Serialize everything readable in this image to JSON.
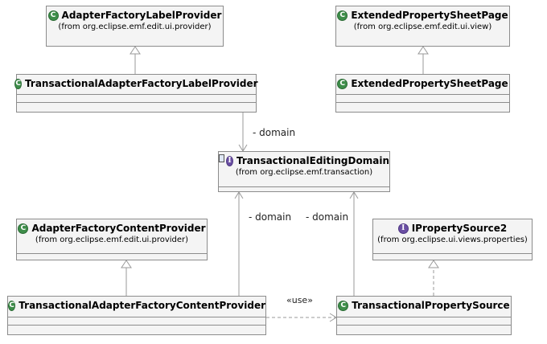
{
  "classes": {
    "afl": {
      "name": "AdapterFactoryLabelProvider",
      "pkg": "(from org.eclipse.emf.edit.ui.provider)",
      "kind": "class"
    },
    "epsp": {
      "name": "ExtendedPropertySheetPage",
      "pkg": "(from org.eclipse.emf.edit.ui.view)",
      "kind": "class"
    },
    "tafl": {
      "name": "TransactionalAdapterFactoryLabelProvider",
      "kind": "class"
    },
    "tepsp": {
      "name": "ExtendedPropertySheetPage",
      "kind": "class"
    },
    "ted": {
      "name": "TransactionalEditingDomain",
      "pkg": "(from org.eclipse.emf.transaction)",
      "kind": "interface"
    },
    "afc": {
      "name": "AdapterFactoryContentProvider",
      "pkg": "(from org.eclipse.emf.edit.ui.provider)",
      "kind": "class"
    },
    "ips": {
      "name": "IPropertySource2",
      "pkg": "(from org.eclipse.ui.views.properties)",
      "kind": "interface"
    },
    "tafc": {
      "name": "TransactionalAdapterFactoryContentProvider",
      "kind": "class"
    },
    "tps": {
      "name": "TransactionalPropertySource",
      "kind": "class"
    }
  },
  "labels": {
    "domain1": "- domain",
    "domain2": "- domain",
    "domain3": "- domain",
    "use": "«use»"
  },
  "icons": {
    "class": "C",
    "interface": "I"
  },
  "colors": {
    "box_fill": "#f4f4f4",
    "box_border": "#8c8c8c",
    "class_icon": "#3e8d4a",
    "interface_icon": "#6a4fa3",
    "line": "#9a9a9a"
  }
}
